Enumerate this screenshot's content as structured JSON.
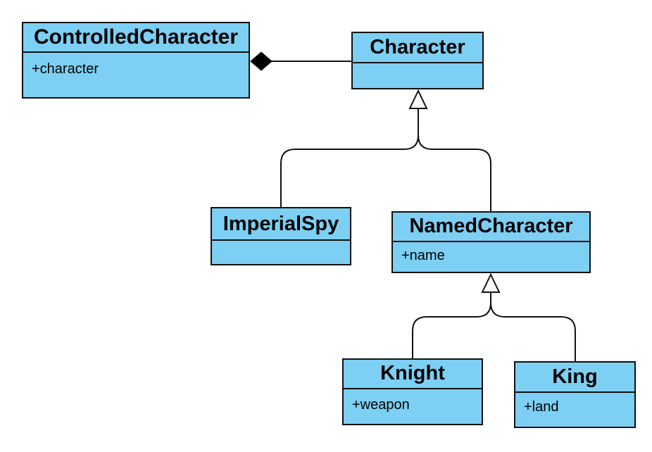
{
  "colors": {
    "class_fill": "#7dcff3",
    "stroke": "#111111",
    "text": "#000000"
  },
  "classes": {
    "controlled_character": {
      "name": "ControlledCharacter",
      "attributes": [
        "+character"
      ]
    },
    "character": {
      "name": "Character",
      "attributes": []
    },
    "imperial_spy": {
      "name": "ImperialSpy",
      "attributes": []
    },
    "named_character": {
      "name": "NamedCharacter",
      "attributes": [
        "+name"
      ]
    },
    "knight": {
      "name": "Knight",
      "attributes": [
        "+weapon"
      ]
    },
    "king": {
      "name": "King",
      "attributes": [
        "+land"
      ]
    }
  },
  "relations": [
    {
      "type": "composition",
      "whole": "controlled_character",
      "part": "character"
    },
    {
      "type": "generalization",
      "child": "imperial_spy",
      "parent": "character"
    },
    {
      "type": "generalization",
      "child": "named_character",
      "parent": "character"
    },
    {
      "type": "generalization",
      "child": "knight",
      "parent": "named_character"
    },
    {
      "type": "generalization",
      "child": "king",
      "parent": "named_character"
    }
  ]
}
